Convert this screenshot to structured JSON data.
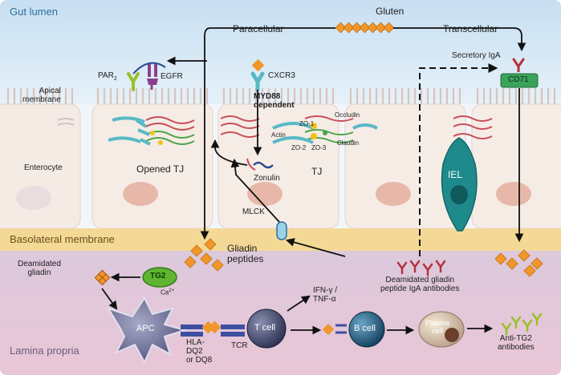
{
  "zones": {
    "gut_lumen": "Gut lumen",
    "basolateral": "Basolateral membrane",
    "lamina_propria": "Lamina propria"
  },
  "cell_labels": {
    "apical_membrane": "Apical\nmembrane",
    "enterocyte": "Enterocyte",
    "iel": "IEL"
  },
  "routes": {
    "gluten": "Gluten",
    "paracellular": "Paracellular",
    "transcellular": "Transcellular"
  },
  "receptors": {
    "par2": "PAR",
    "par2_sub": "2",
    "egfr": "EGFR",
    "cxcr3": "CXCR3",
    "myd88": "MYD88\ndependent",
    "secretory_iga": "Secretory IgA",
    "cd71": "CD71"
  },
  "junctions": {
    "opened_tj": "Opened TJ",
    "zonulin": "Zonulin",
    "occludin": "Occludin",
    "zo1": "ZO-1",
    "actin": "Actin",
    "zo2": "ZO-2",
    "zo3": "ZO-3",
    "claudin": "Claudin",
    "tj": "TJ",
    "mlck": "MLCK"
  },
  "immune": {
    "gliadin_peptides": "Gliadin\npeptides",
    "deamidated_gliadin": "Deamidated\ngliadin",
    "tg2": "TG2",
    "ca": "Ca",
    "ca_sup": "2+",
    "apc": "APC",
    "hla": "HLA-\nDQ2\nor DQ8",
    "tcr": "TCR",
    "tcell": "T cell",
    "ifn": "IFN-γ /\nTNF-α",
    "bcell": "B cell",
    "plasma": "Plasma\ncell",
    "iga_antibodies": "Deamidated gliadin\npeptide IgA antibodies",
    "anti_tg2": "Anti-TG2\nantibodies"
  },
  "colors": {
    "lumen": "#d6e8f5",
    "cells": "#f6ece6",
    "nucleus": "#e7b8aa",
    "basolateral": "#f5dca0",
    "lamina": "#d8c4d9",
    "gluten": "#f0962a",
    "tg2": "#5fb531",
    "cd71": "#3aa35b",
    "iel": "#1f8a8c",
    "receptor_purple": "#8c3f8f",
    "receptor_teal": "#58b9c6"
  }
}
